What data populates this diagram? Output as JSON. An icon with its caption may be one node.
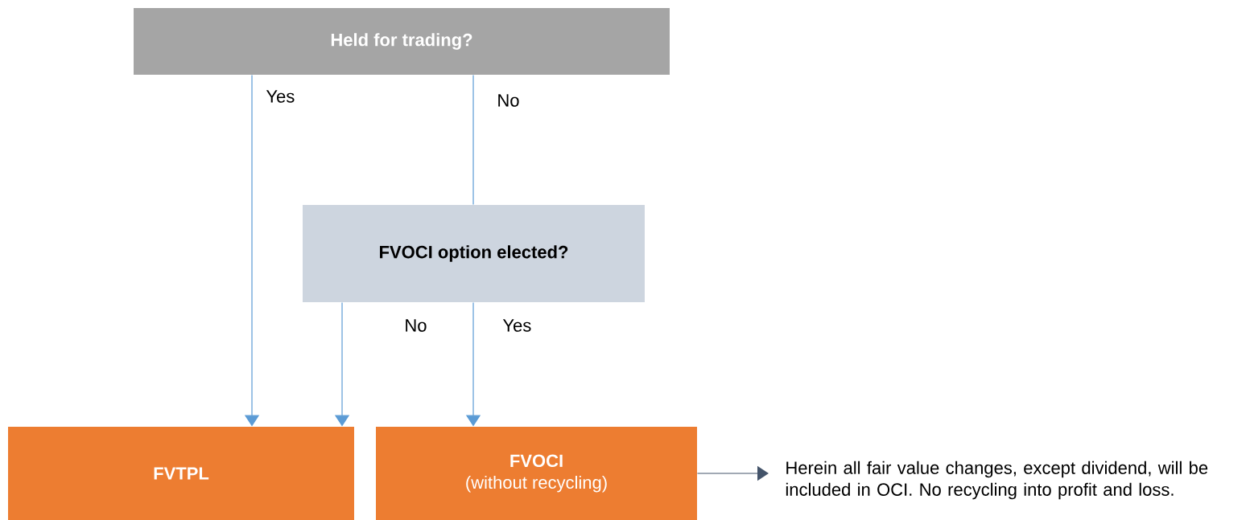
{
  "diagram": {
    "nodes": [
      {
        "text": [
          "Held for trading?"
        ]
      },
      {
        "text": [
          "FVOCI option elected?"
        ]
      },
      {
        "text": [
          "FVTPL"
        ]
      },
      {
        "text": [
          "FVOCI",
          "(without recycling)"
        ]
      },
      {
        "text": [
          "Herein all fair value changes, except dividend, will be included in OCI. No recycling into profit and loss."
        ]
      }
    ],
    "edges": [
      {
        "from": 0,
        "to": 2,
        "arrow": "to",
        "label": "Yes"
      },
      {
        "from": 0,
        "to": 1,
        "arrow": "none",
        "label": "No"
      },
      {
        "from": 1,
        "to": 2,
        "arrow": "to",
        "label": "No"
      },
      {
        "from": 1,
        "to": 3,
        "arrow": "to",
        "label": "Yes"
      },
      {
        "from": 3,
        "to": 4,
        "arrow": "to",
        "color": "#44546a"
      }
    ]
  }
}
